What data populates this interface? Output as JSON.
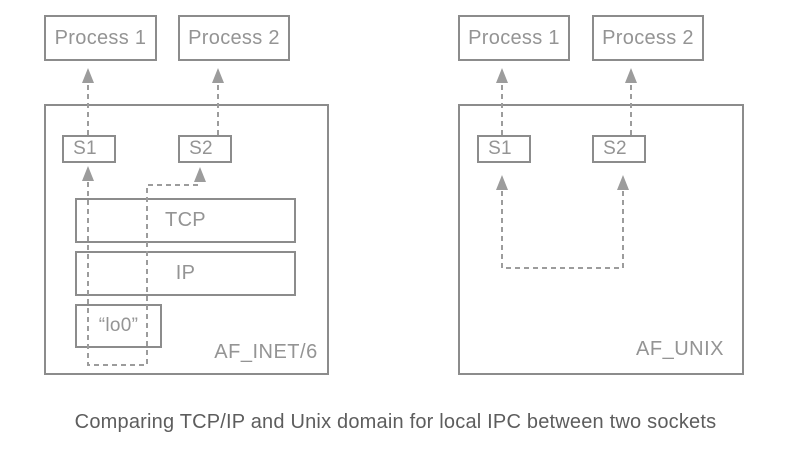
{
  "figure": {
    "caption": "Comparing TCP/IP and Unix domain for local IPC between two sockets"
  },
  "colors": {
    "background": "#ffffff",
    "border": "#8c8c8c",
    "text": "#949494",
    "dash": "#9c9c9c",
    "caption": "#5d5d5d"
  },
  "inet": {
    "process1": "Process 1",
    "process2": "Process 2",
    "socket1": "S1",
    "socket2": "S2",
    "tcp": "TCP",
    "ip": "IP",
    "loopback": "“lo0”",
    "domain": "AF_INET/6"
  },
  "unix": {
    "process1": "Process 1",
    "process2": "Process 2",
    "socket1": "S1",
    "socket2": "S2",
    "domain": "AF_UNIX"
  }
}
